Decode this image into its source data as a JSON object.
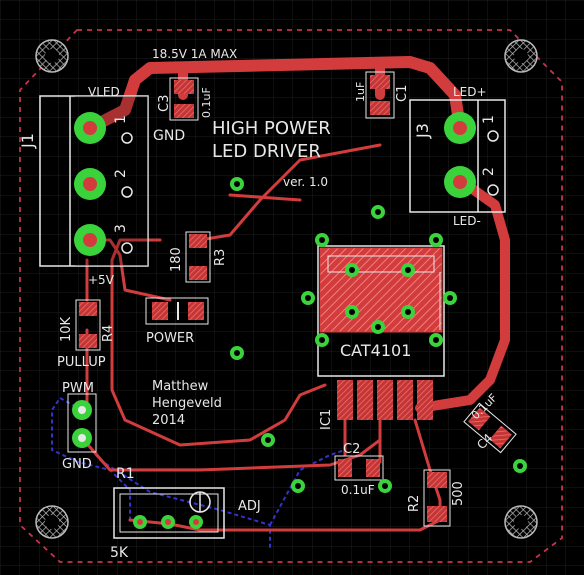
{
  "board": {
    "title_line1": "HIGH POWER",
    "title_line2": "LED DRIVER",
    "version": "ver. 1.0",
    "author_line1": "Matthew",
    "author_line2": "Hengeveld",
    "author_line3": "2014",
    "colors": {
      "background": "#000000",
      "grid": "#1e1e1e",
      "copper_top": "#d23c3c",
      "copper_bottom": "#3333cc",
      "outline": "#c8324b",
      "silk": "#e8e8e8",
      "pad": "#3bd33b"
    }
  },
  "labels": {
    "max_rating": "18.5V 1A MAX",
    "vled": "VLED",
    "gnd": "GND",
    "plus5v": "+5V",
    "led_plus": "LED+",
    "led_minus": "LED-",
    "pullup": "PULLUP",
    "pwm": "PWM",
    "gnd2": "GND",
    "power": "POWER",
    "adj": "ADJ"
  },
  "components": {
    "j1": {
      "ref": "J1",
      "pins": [
        "1",
        "2",
        "3"
      ]
    },
    "j3": {
      "ref": "J3",
      "pins": [
        "1",
        "2"
      ]
    },
    "c3": {
      "ref": "C3",
      "value": "0.1uF"
    },
    "c1": {
      "ref": "C1",
      "value": "1uF"
    },
    "r3": {
      "ref": "R3",
      "value": "180"
    },
    "r4": {
      "ref": "R4",
      "value": "10K"
    },
    "ic1": {
      "ref": "IC1",
      "value": "CAT4101"
    },
    "c2": {
      "ref": "C2",
      "value": "0.1uF"
    },
    "c4": {
      "ref": "C4",
      "value": "0.1uF"
    },
    "r1": {
      "ref": "R1",
      "value": "5K"
    },
    "r2": {
      "ref": "R2",
      "value": "500"
    }
  }
}
